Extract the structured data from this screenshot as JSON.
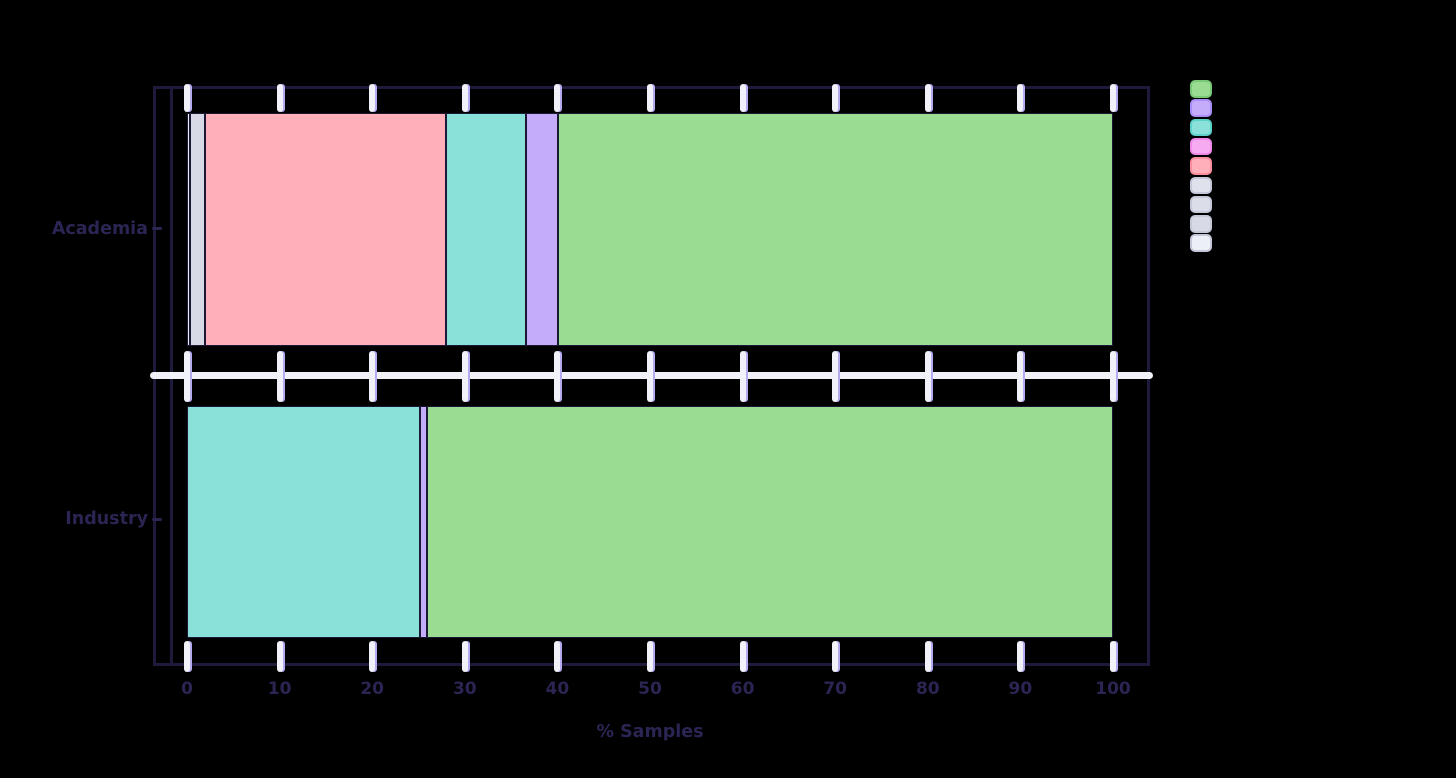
{
  "style": {
    "background": "#000000",
    "frame_color": "#1d1a3c",
    "segment_border_color": "#1b1836",
    "tick_fill": "#f1f2f9",
    "tick_accent": "#b4aaf0",
    "text_color": "#2a2553"
  },
  "chart_data": {
    "type": "bar",
    "orientation": "horizontal",
    "stacked": true,
    "title": "",
    "xlabel": "% Samples",
    "ylabel": "",
    "categories": [
      "Academia",
      "Industry"
    ],
    "xlim": [
      0,
      100
    ],
    "x_ticks": [
      0,
      10,
      20,
      30,
      40,
      50,
      60,
      70,
      80,
      90,
      100
    ],
    "grid": false,
    "legend": {
      "position": "top-right",
      "labels_visible": false
    },
    "stack_order": "reversed-legend-order",
    "series": [
      {
        "name": "green",
        "fill": "#9adc92",
        "border": "#79c878",
        "values": [
          59.9,
          74.1
        ]
      },
      {
        "name": "purple",
        "fill": "#c5acfa",
        "border": "#a98ef7",
        "values": [
          3.5,
          0.7
        ]
      },
      {
        "name": "teal",
        "fill": "#8ae1da",
        "border": "#5ed2c8",
        "values": [
          8.6,
          25.2
        ]
      },
      {
        "name": "magenta",
        "fill": "#f6abf1",
        "border": "#ef8ae8",
        "values": [
          0,
          0
        ]
      },
      {
        "name": "salmon",
        "fill": "#ffafba",
        "border": "#fb8d9d",
        "values": [
          26.1,
          0
        ]
      },
      {
        "name": "gray-1",
        "fill": "#dfe2ec",
        "border": "#c4c8d8",
        "values": [
          0,
          0
        ]
      },
      {
        "name": "gray-2",
        "fill": "#dbdee9",
        "border": "#c4c8d8",
        "values": [
          0,
          0
        ]
      },
      {
        "name": "gray-3",
        "fill": "#d7dae6",
        "border": "#c4c8d8",
        "values": [
          1.6,
          0
        ]
      },
      {
        "name": "gray-4",
        "fill": "#eceff6",
        "border": "#c4c8d8",
        "values": [
          0.3,
          0
        ]
      }
    ]
  }
}
